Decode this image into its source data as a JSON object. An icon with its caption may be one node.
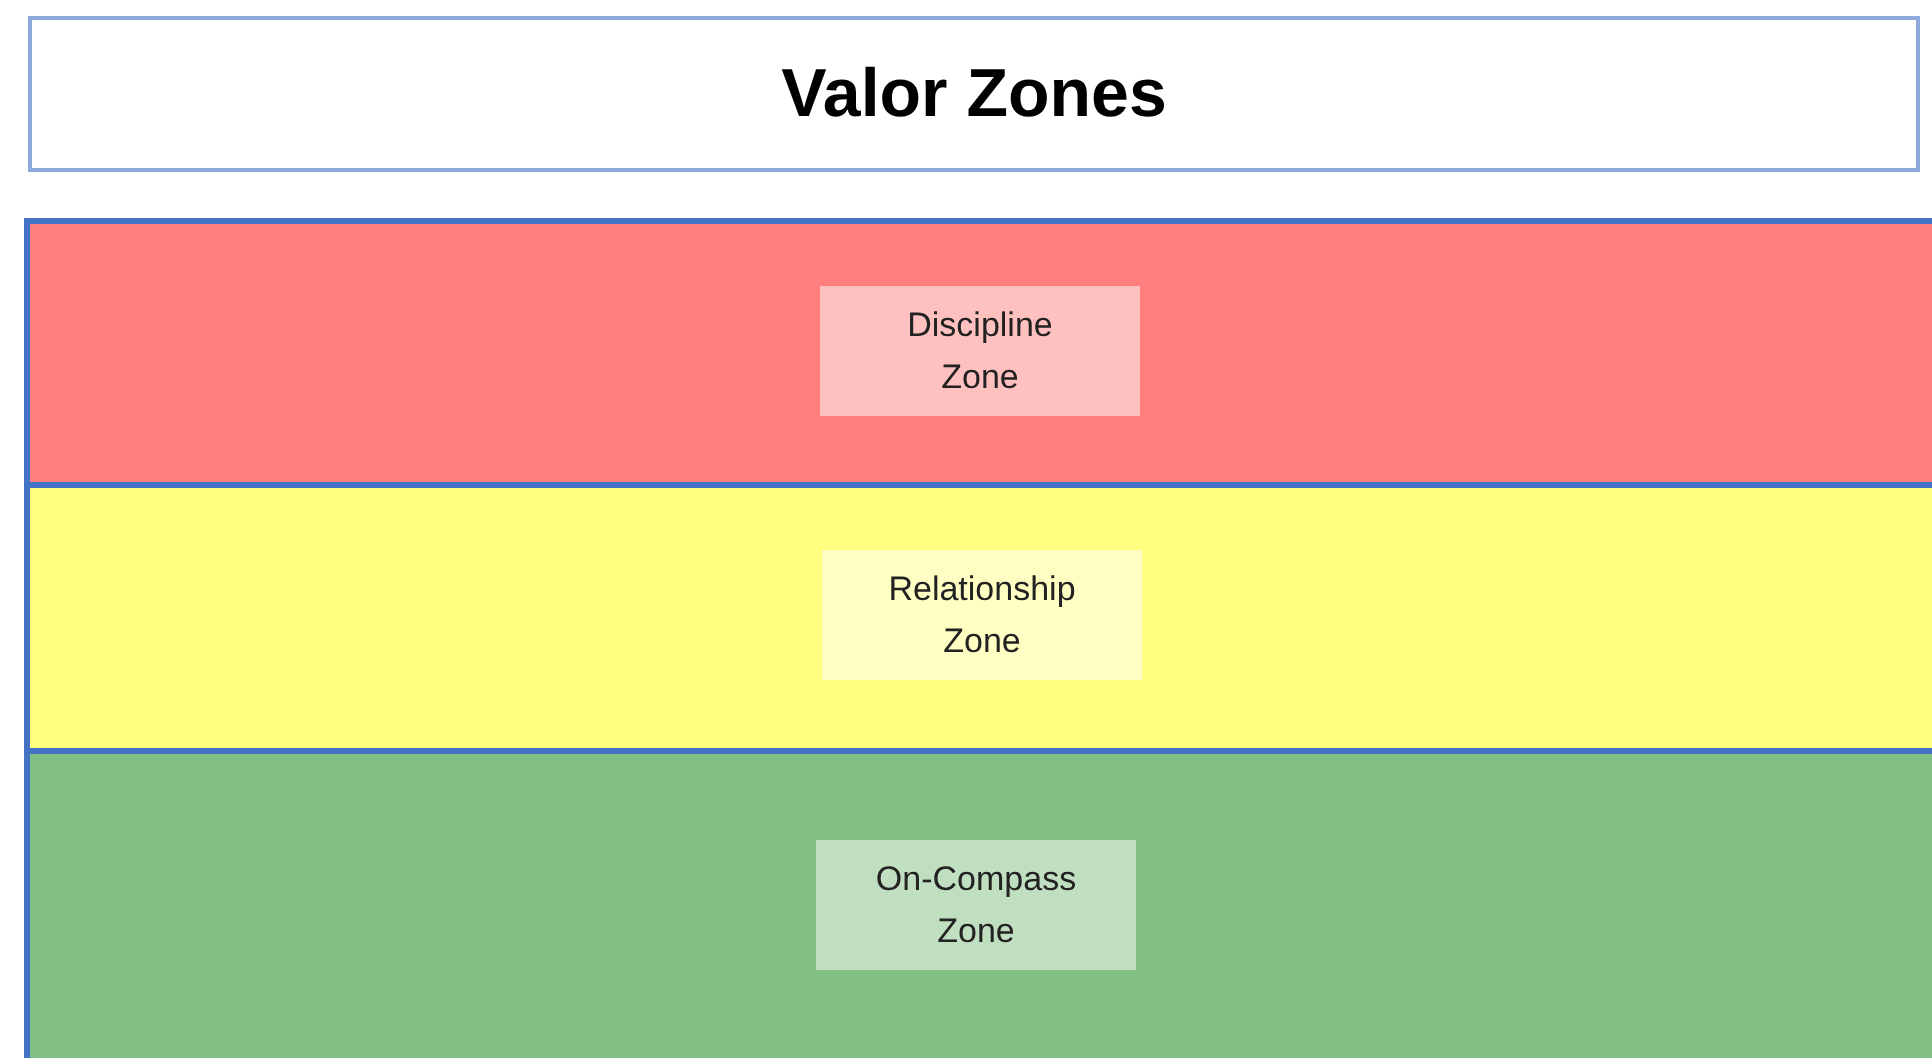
{
  "diagram": {
    "title": "Valor Zones",
    "nodes": [
      {
        "text": [],
        "shape": "band"
      },
      {
        "text": [
          "Discipline Zone"
        ],
        "in": 0
      },
      {
        "text": [],
        "shape": "band"
      },
      {
        "text": [
          "Relationship Zone"
        ],
        "in": 2
      },
      {
        "text": [],
        "shape": "band"
      },
      {
        "text": [
          "On-Compass Zone"
        ],
        "in": 4
      }
    ],
    "edges": []
  }
}
